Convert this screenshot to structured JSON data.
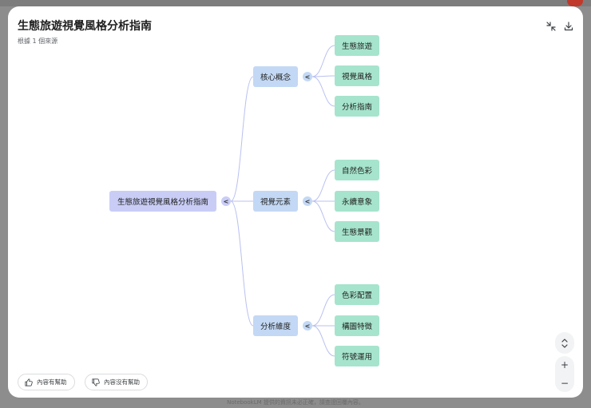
{
  "modal": {
    "title": "生態旅遊視覺風格分析指南",
    "subtitle": "根據 1 個來源"
  },
  "mindmap": {
    "root": "生態旅遊視覺風格分析指南",
    "branches": [
      {
        "label": "核心概念",
        "children": [
          "生態旅遊",
          "視覺風格",
          "分析指南"
        ]
      },
      {
        "label": "視覺元素",
        "children": [
          "自然色彩",
          "永續意象",
          "生態景觀"
        ]
      },
      {
        "label": "分析維度",
        "children": [
          "色彩配置",
          "構圖特徵",
          "符號運用"
        ]
      }
    ],
    "collapse_glyph": "<"
  },
  "feedback": {
    "helpful": "內容有幫助",
    "not_helpful": "內容沒有幫助"
  },
  "zoom": {
    "plus": "+",
    "minus": "−"
  },
  "footer": "NotebookLM 提供的資訊未必正確，請查證回覆內容。",
  "icons": {
    "collapse": "collapse-icon",
    "download": "download-icon",
    "thumb_up": "thumb-up-icon",
    "thumb_down": "thumb-down-icon",
    "expand_collapse": "unfold-icon"
  },
  "colors": {
    "root_node": "#c9cdf6",
    "branch_node": "#c3d8f4",
    "leaf_node": "#a6e4cd",
    "connector": "#b9c0f0"
  }
}
